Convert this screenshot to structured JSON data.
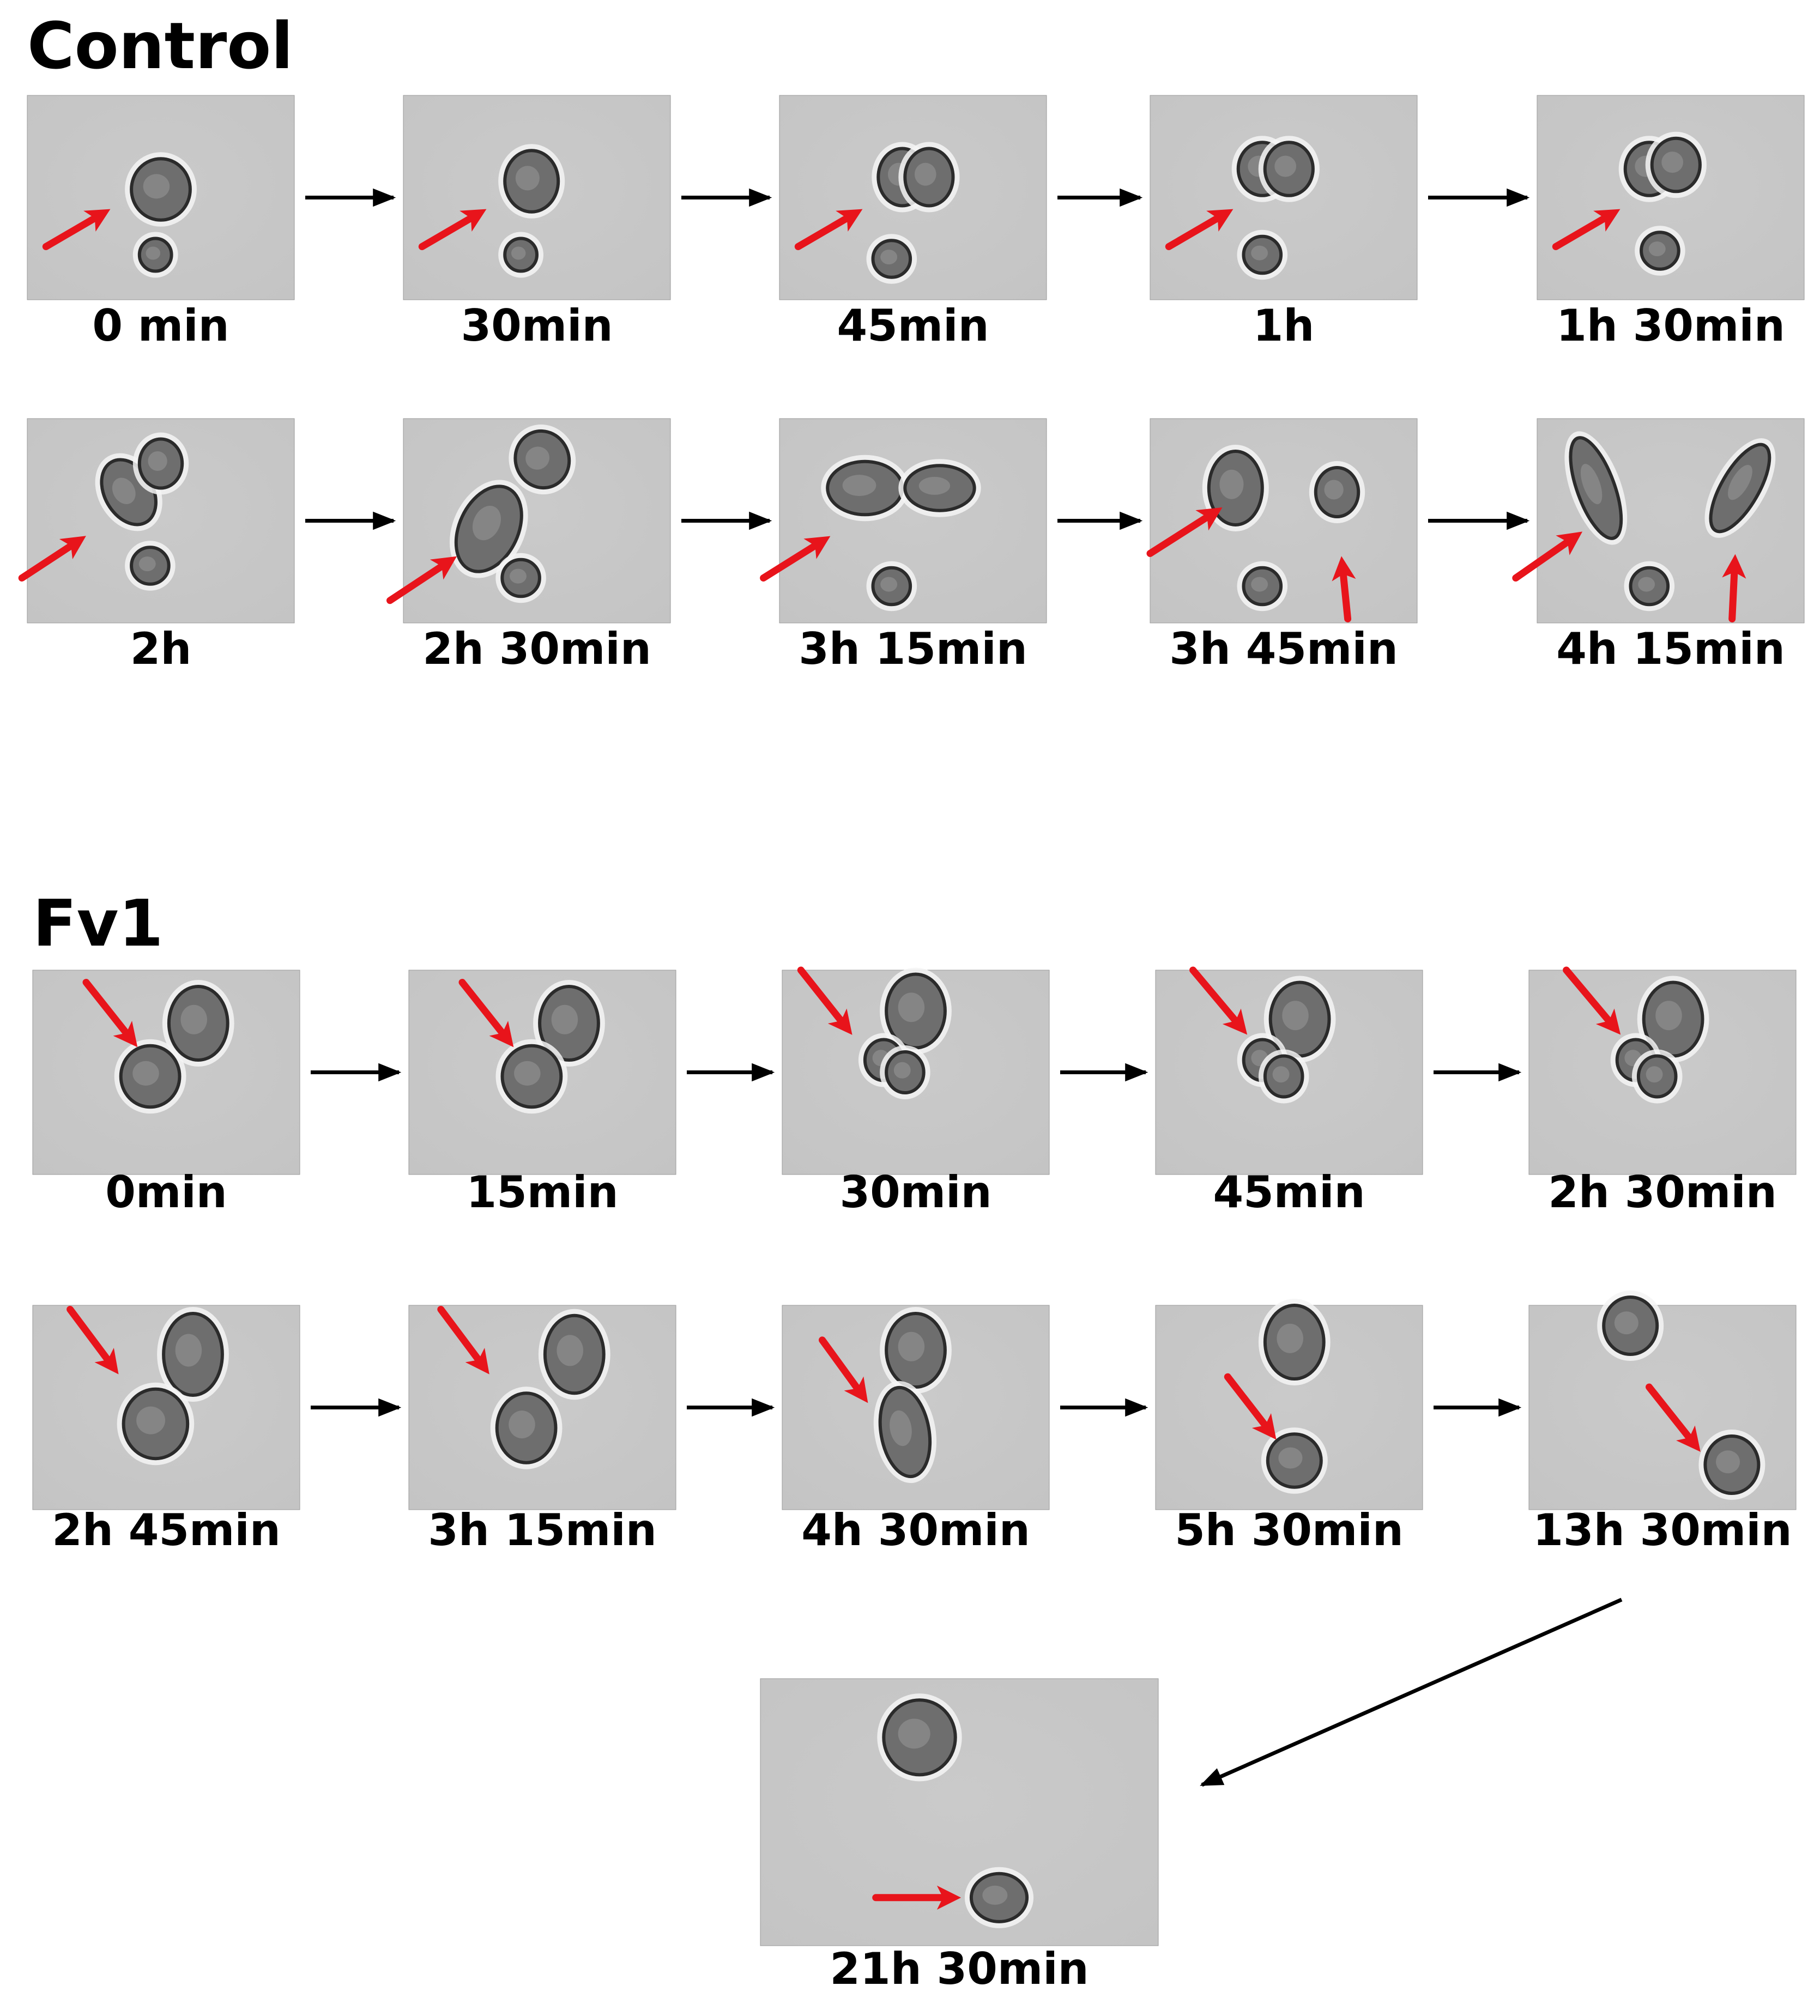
{
  "figure": {
    "sections": [
      {
        "title": "Control",
        "rows": [
          [
            {
              "time": "0 min",
              "red_arrows": 1
            },
            {
              "time": "30min",
              "red_arrows": 1
            },
            {
              "time": "45min",
              "red_arrows": 1
            },
            {
              "time": "1h",
              "red_arrows": 1
            },
            {
              "time": "1h 30min",
              "red_arrows": 1
            }
          ],
          [
            {
              "time": "2h",
              "red_arrows": 1
            },
            {
              "time": "2h 30min",
              "red_arrows": 1
            },
            {
              "time": "3h 15min",
              "red_arrows": 1
            },
            {
              "time": "3h 45min",
              "red_arrows": 2
            },
            {
              "time": "4h 15min",
              "red_arrows": 2
            }
          ]
        ]
      },
      {
        "title": "Fv1",
        "rows": [
          [
            {
              "time": "0min",
              "red_arrows": 1
            },
            {
              "time": "15min",
              "red_arrows": 1
            },
            {
              "time": "30min",
              "red_arrows": 1
            },
            {
              "time": "45min",
              "red_arrows": 1
            },
            {
              "time": "2h 30min",
              "red_arrows": 1
            }
          ],
          [
            {
              "time": "2h 45min",
              "red_arrows": 1
            },
            {
              "time": "3h 15min",
              "red_arrows": 1
            },
            {
              "time": "4h 30min",
              "red_arrows": 1
            },
            {
              "time": "5h 30min",
              "red_arrows": 1
            },
            {
              "time": "13h 30min",
              "red_arrows": 1
            }
          ],
          [
            {
              "time": "21h 30min",
              "red_arrows": 1
            }
          ]
        ]
      }
    ],
    "colors": {
      "frame_background": "#c4c4c4",
      "cell_fill": "#6e6e6e",
      "cell_halo": "#f4f4f4",
      "cell_edge": "#2b2b2b",
      "highlight_arrow": "#e8141b",
      "sequence_arrow": "#000000",
      "label_text": "#000000"
    },
    "icons": {
      "highlight_marker": "red-arrow-icon",
      "sequence_marker": "black-arrow-icon"
    }
  }
}
